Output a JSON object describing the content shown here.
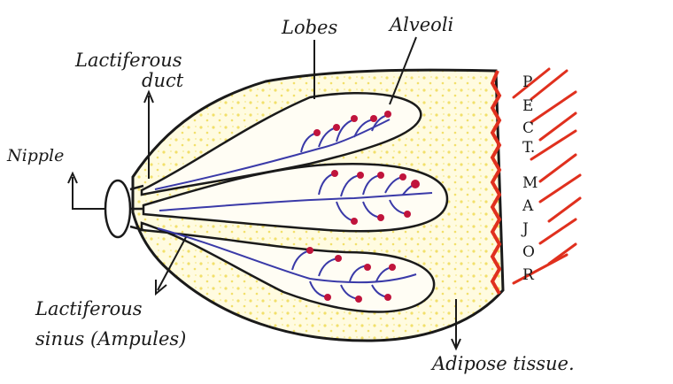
{
  "labels": {
    "lobes": "Lobes",
    "alveoli": "Alveoli",
    "lactiferous_duct_line1": "Lactiferous",
    "lactiferous_duct_line2": "duct",
    "nipple": "Nipple",
    "lactiferous_sinus_line1": "Lactiferous",
    "lactiferous_sinus_line2": "sinus (Ampules)",
    "adipose_tissue": "Adipose tissue."
  },
  "pect_major_letters": [
    "P",
    "E",
    "C",
    "T.",
    "M",
    "A",
    "J",
    "O",
    "R"
  ],
  "colors": {
    "outline": "#1a1a1a",
    "adipose_fill": "#fffbe0",
    "adipose_dots": "#f2e06a",
    "alveoli_blue": "#3a3aa8",
    "alveoli_red": "#c0143c",
    "muscle_red": "#e0301e"
  }
}
